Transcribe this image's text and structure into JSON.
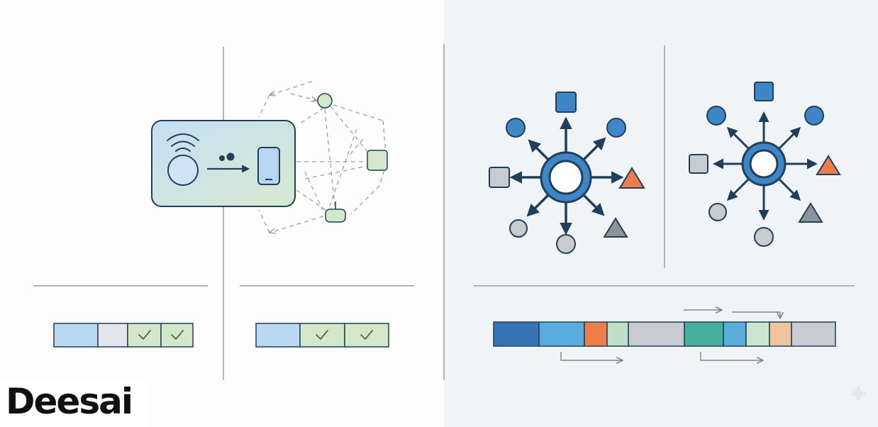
{
  "colors": {
    "left_bg": "#fdfdfd",
    "right_bg": "#f1f4f7",
    "divider": "#9aa0a6",
    "stroke_dark": "#1f3f5b",
    "dash": "#9aa0a6",
    "light_blue": "#bcd8f0",
    "light_green": "#d3e8c8",
    "light_gray": "#e3e6ea",
    "mid_gray": "#c8cbd0",
    "blue": "#3f86c8",
    "blue_dark": "#2f6aa8",
    "orange": "#ee7d4a",
    "gray_tri": "#8b939c",
    "teal": "#45b19a",
    "peach": "#efc59f",
    "sky": "#5aaddb",
    "check": "#4a6a4a"
  },
  "left_tracks": [
    {
      "cells": [
        "light_blue",
        "light_gray",
        "light_green-check",
        "light_green-check"
      ]
    },
    {
      "cells": [
        "light_blue",
        "light_green-check",
        "light_green-check"
      ]
    }
  ],
  "right_track": {
    "cells": [
      "blue_dark",
      "sky",
      "orange",
      "light_green",
      "mid_gray",
      "teal",
      "sky",
      "light_green",
      "peach",
      "mid_gray"
    ]
  },
  "hubs": [
    {
      "name": "hub-large",
      "satellites": [
        "square-blue",
        "circle-blue",
        "triangle-orange",
        "triangle-gray",
        "circle-gray",
        "circle-gray",
        "square-gray",
        "circle-blue"
      ]
    },
    {
      "name": "hub-small",
      "satellites": [
        "square-blue",
        "circle-blue",
        "triangle-orange",
        "triangle-gray",
        "circle-gray",
        "circle-gray",
        "square-gray",
        "circle-blue"
      ]
    }
  ],
  "logo": {
    "text": "Deesai"
  }
}
